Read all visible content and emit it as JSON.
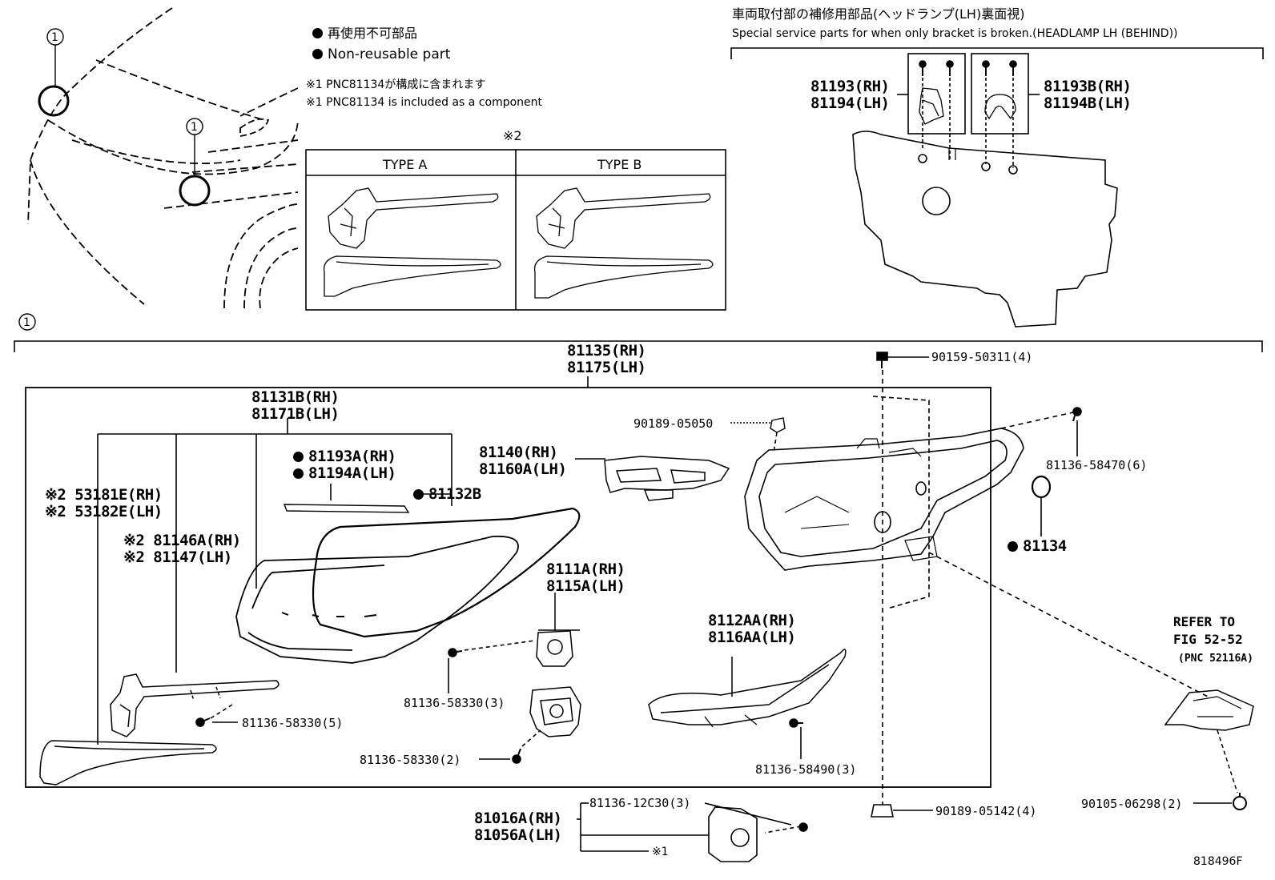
{
  "legend": {
    "nonreusable_jp": "再使用不可部品",
    "nonreusable_en": "Non-reusable part",
    "note1_jp": "※1 PNC81134が構成に含まれます",
    "note1_en": "※1 PNC81134 is included as a component",
    "note2_mark": "※2",
    "type_a": "TYPE A",
    "type_b": "TYPE B"
  },
  "service_parts": {
    "title_jp": "車両取付部の補修用部品(ヘッドランプ(LH)裏面視)",
    "title_en": "Special service parts for when only bracket is broken.(HEADLAMP LH (BEHIND))",
    "left_rh": "81193(RH)",
    "left_lh": "81194(LH)",
    "right_rh": "81193B(RH)",
    "right_lh": "81194B(LH)"
  },
  "callout": "1",
  "parts": {
    "assy_rh": "81135(RH)",
    "assy_lh": "81175(LH)",
    "lens_rh": "81131B(RH)",
    "lens_lh": "81171B(LH)",
    "p81193a": "81193A(RH)",
    "p81194a": "81194A(LH)",
    "p81132b": "81132B",
    "p53181e": "※2 53181E(RH)",
    "p53182e": "※2 53182E(LH)",
    "p81146a": "※2 81146A(RH)",
    "p81147": "※2 81147(LH)",
    "p81140": "81140(RH)",
    "p81160a": "81160A(LH)",
    "p8111a": "8111A(RH)",
    "p8115a": "8115A(LH)",
    "p8112aa": "8112AA(RH)",
    "p8116aa": "8116AA(LH)",
    "p90189_05050": "90189-05050",
    "p90159": "90159-50311(4)",
    "p81136_58470": "81136-58470(6)",
    "p81134": "81134",
    "p81136_58330_3": "81136-58330(3)",
    "p81136_58330_5": "81136-58330(5)",
    "p81136_58330_2": "81136-58330(2)",
    "p81136_58490": "81136-58490(3)",
    "p81016a": "81016A(RH)",
    "p81056a": "81056A(LH)",
    "p81136_12c30": "81136-12C30(3)",
    "note1_ref": "※1",
    "p90189_05142": "90189-05142(4)",
    "p90105": "90105-06298(2)",
    "refer1": "REFER TO",
    "refer2": "FIG 52-52",
    "refer3": "(PNC 52116A)"
  },
  "figure_id": "818496F"
}
